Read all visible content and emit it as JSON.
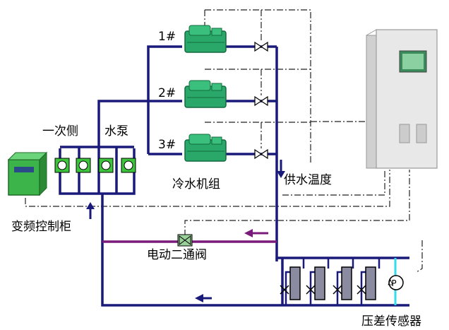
{
  "labels": {
    "chiller_1": "1#",
    "chiller_2": "2#",
    "chiller_3": "3#",
    "primary_side": "一次侧",
    "water_pump": "水泵",
    "chiller_group": "冷水机组",
    "supply_temp": "供水温度",
    "vfd_cabinet": "变频控制柜",
    "motor_valve": "电动二通阀",
    "dp_sensor": "压差传感器",
    "dp_symbol": "P"
  },
  "colors": {
    "pipe": "#1a1a7a",
    "bypass": "#7a1a7a",
    "chiller": "#2aa86a",
    "pump": "#3cc43c",
    "cabinet": "#e8e8e8",
    "terminal": "#8a8aa0",
    "signal": "#222222",
    "sensor_line": "#33ddee"
  }
}
